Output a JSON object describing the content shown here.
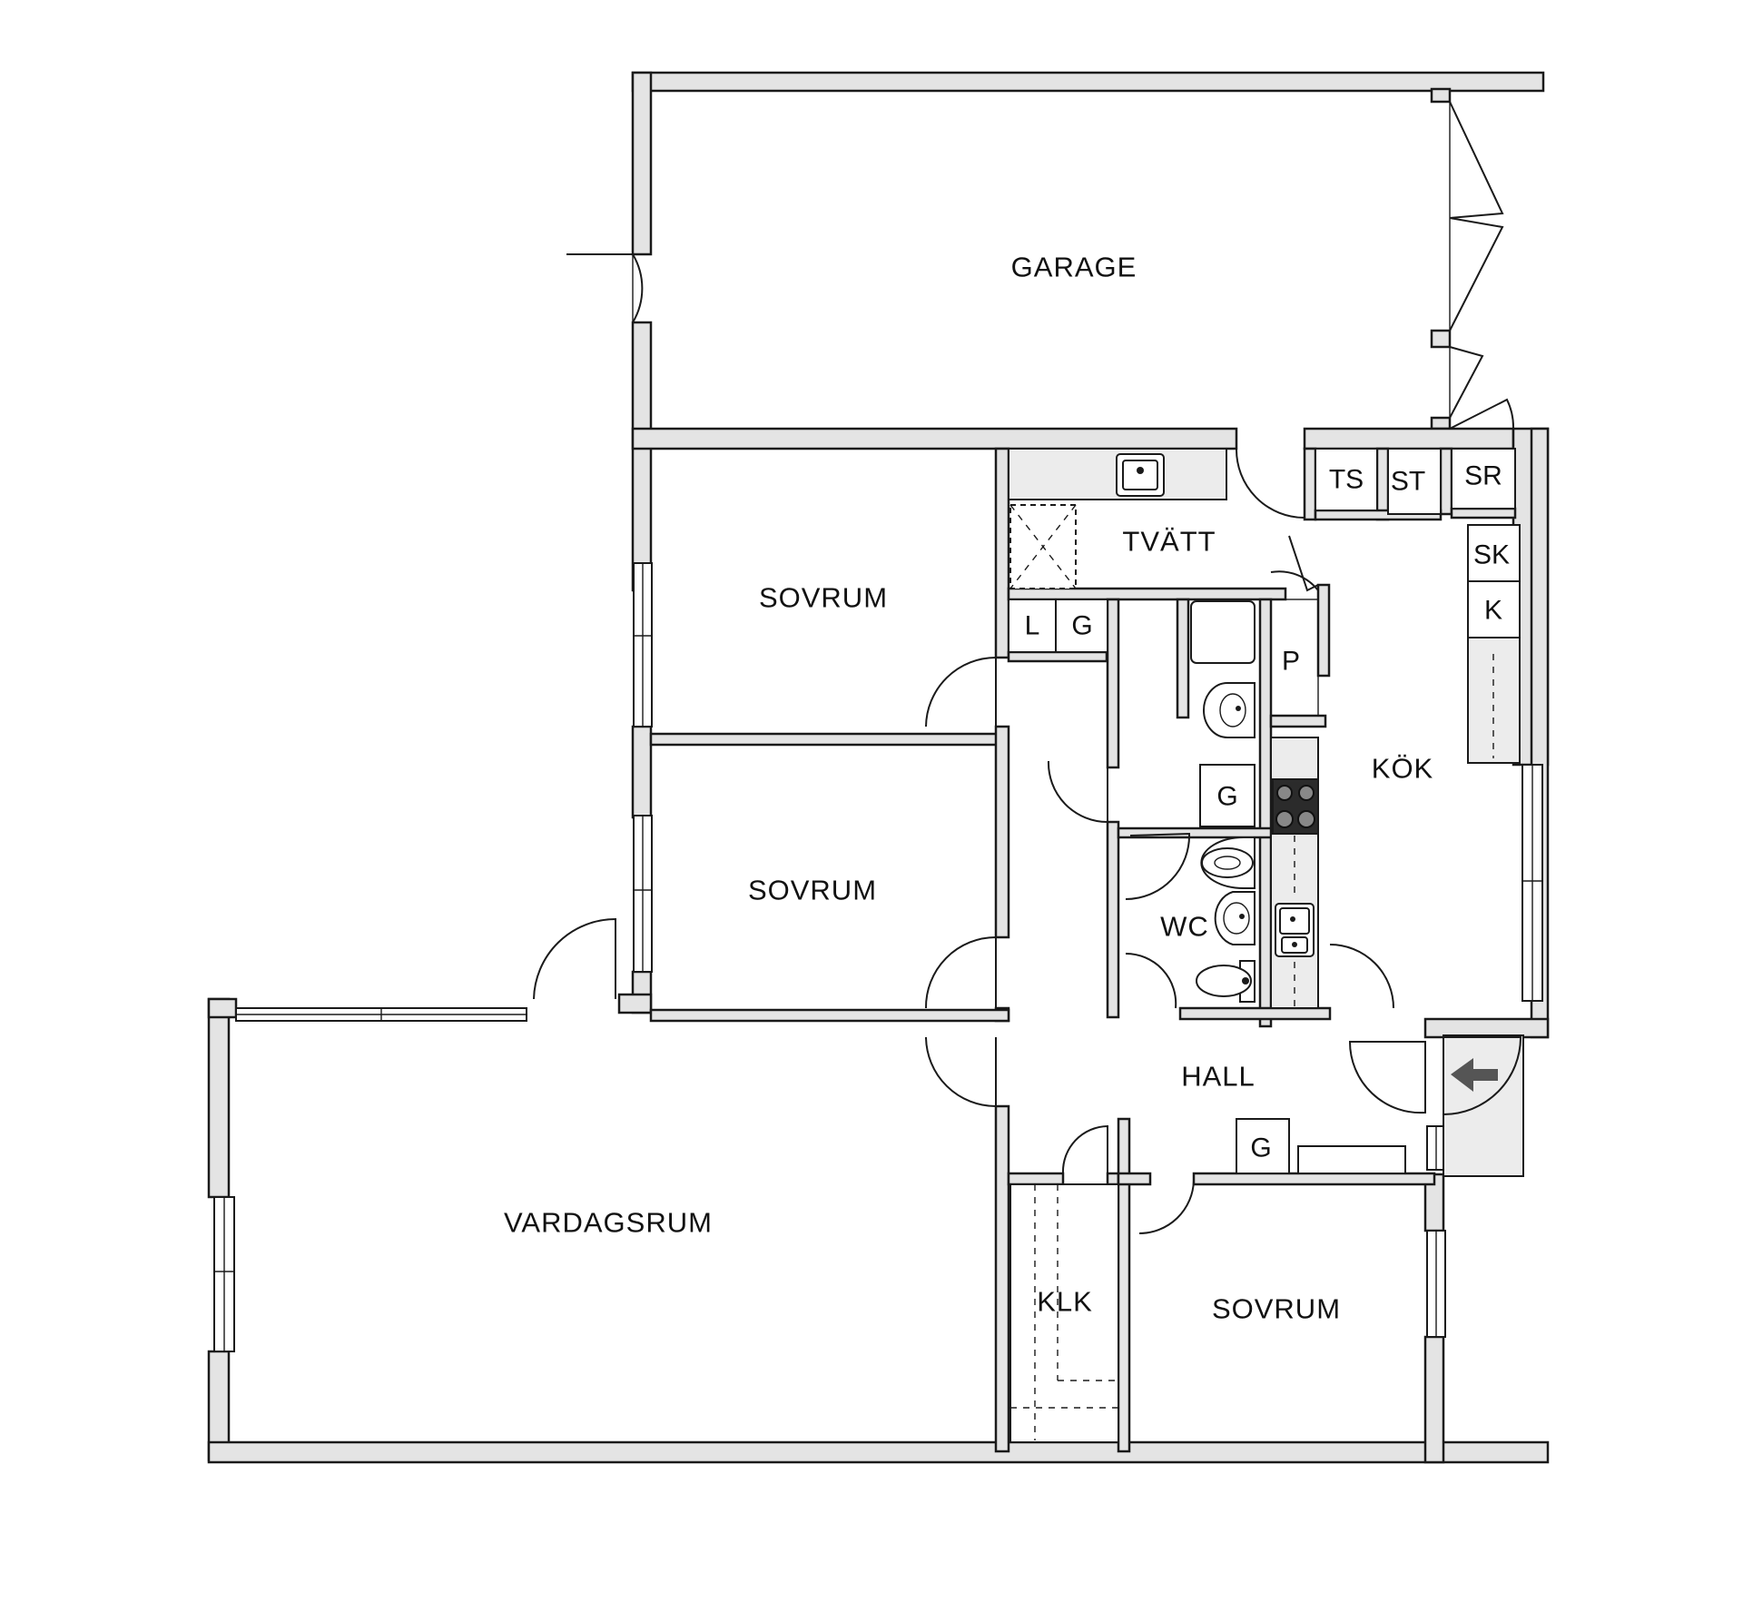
{
  "rooms": {
    "garage": "GARAGE",
    "tvatt": "TVÄTT",
    "sovrum_1": "SOVRUM",
    "sovrum_2": "SOVRUM",
    "sovrum_3": "SOVRUM",
    "kok": "KÖK",
    "wc": "WC",
    "hall": "HALL",
    "vardagsrum": "VARDAGSRUM",
    "klk": "KLK"
  },
  "closets": {
    "ts": "TS",
    "st": "ST",
    "sr": "SR",
    "sk": "SK",
    "k": "K",
    "p": "P",
    "l": "L",
    "g_laundry": "G",
    "g_bath": "G",
    "g_hall": "G"
  },
  "colors": {
    "wall": "#e4e4e4",
    "line": "#1a1a1a",
    "background": "#ffffff",
    "entrance_arrow": "#555555"
  },
  "icons": [
    "entrance-arrow-icon",
    "sink-icon",
    "stove-icon",
    "toilet-icon",
    "bathtub-icon",
    "washbasin-icon"
  ]
}
